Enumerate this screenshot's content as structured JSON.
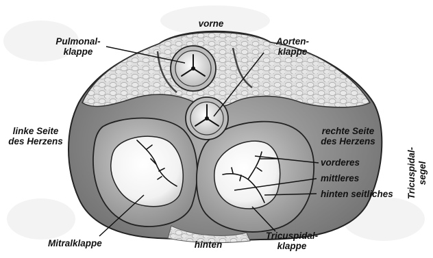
{
  "labels": {
    "vorne": "vorne",
    "hinten": "hinten",
    "pulmonal": [
      "Pulmonal-",
      "klappe"
    ],
    "aorten": [
      "Aorten-",
      "klappe"
    ],
    "links": [
      "linke Seite",
      "des Herzens"
    ],
    "rechts": [
      "rechte Seite",
      "des Herzens"
    ],
    "vorderes": "vorderes",
    "mittleres": "mittleres",
    "hinten_seitliches": "hinten seitliches",
    "mitral": "Mitralklappe",
    "tricuspidal": [
      "Tricuspidal-",
      "klappe"
    ],
    "tricuspidal_segel": [
      "Tricuspidal-",
      "segel"
    ]
  }
}
